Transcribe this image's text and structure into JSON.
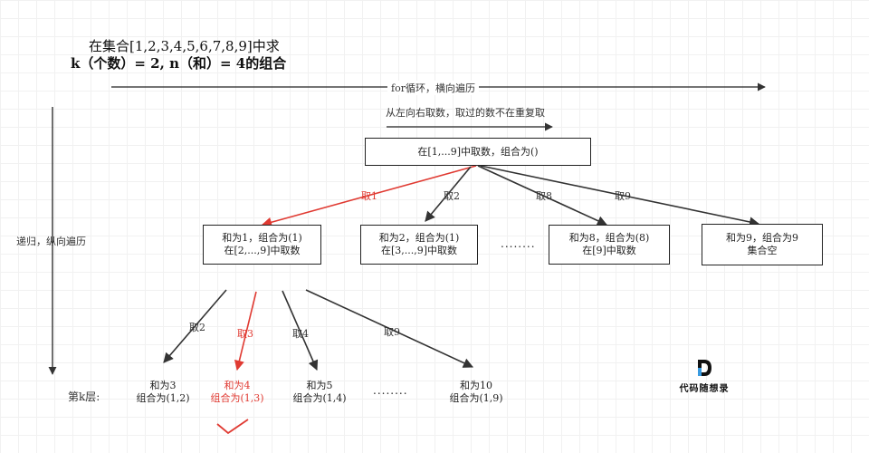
{
  "title": {
    "line1": "在集合[1,2,3,4,5,6,7,8,9]中求",
    "line2": "k（个数）= 2, n（和）= 4的组合"
  },
  "axes": {
    "horizontal_label": "for循环，横向遍历",
    "vertical_label": "递归，纵向遍历",
    "direction_note": "从左向右取数，取过的数不在重复取"
  },
  "root": {
    "label": "在[1,...9]中取数，组合为()"
  },
  "level1_edges": [
    "取1",
    "取2",
    "取8",
    "取9"
  ],
  "level1_nodes": [
    {
      "line1": "和为1，组合为(1)",
      "line2": "在[2,...,9]中取数"
    },
    {
      "line1": "和为2，组合为(1)",
      "line2": "在[3,...,9]中取数"
    },
    {
      "line1": "和为8，组合为(8)",
      "line2": "在[9]中取数"
    },
    {
      "line1": "和为9，组合为9",
      "line2": "集合空"
    }
  ],
  "level2_edges": [
    "取2",
    "取3",
    "取4",
    "取9"
  ],
  "level2_nodes": [
    {
      "line1": "和为3",
      "line2": "组合为(1,2)"
    },
    {
      "line1": "和为4",
      "line2": "组合为(1,3)"
    },
    {
      "line1": "和为5",
      "line2": "组合为(1,4)"
    },
    {
      "line1": "和为10",
      "line2": "组合为(1,9)"
    }
  ],
  "ellipsis": "........",
  "level_label": "第k层:",
  "logo": {
    "mark": "D",
    "text": "代码随想录"
  },
  "colors": {
    "highlight": "#e03a32",
    "line": "#333333"
  }
}
